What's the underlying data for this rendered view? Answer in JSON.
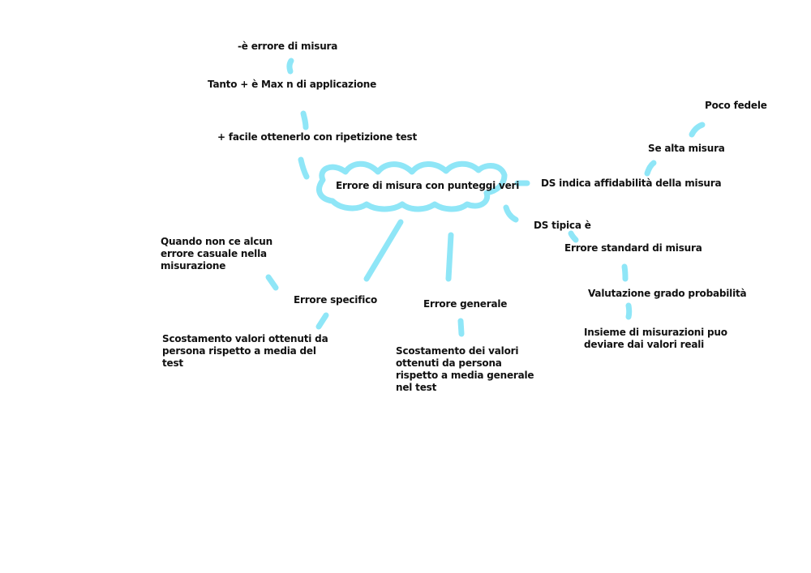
{
  "diagram": {
    "accent_color": "#8fe6f7",
    "center": "Errore di misura con punteggi veri",
    "left_branch": [
      "-è errore di misura",
      "Tanto + è Max n di applicazione",
      "+ facile ottenerlo con ripetizione test"
    ],
    "specific_error": {
      "title": "Errore specifico",
      "condition": "Quando non ce alcun errore casuale nella misurazione",
      "definition": "Scostamento valori ottenuti da persona rispetto a media del test"
    },
    "general_error": {
      "title": "Errore generale",
      "definition": "Scostamento dei valori ottenuti da persona rispetto a media generale nel test"
    },
    "right_upper": [
      "DS indica affidabilità della misura",
      "Se alta misura",
      "Poco fedele"
    ],
    "right_lower": [
      "DS tipica è",
      "Errore standard di misura",
      "Valutazione grado probabilità",
      "Insieme di misurazioni puo deviare dai valori reali"
    ]
  }
}
